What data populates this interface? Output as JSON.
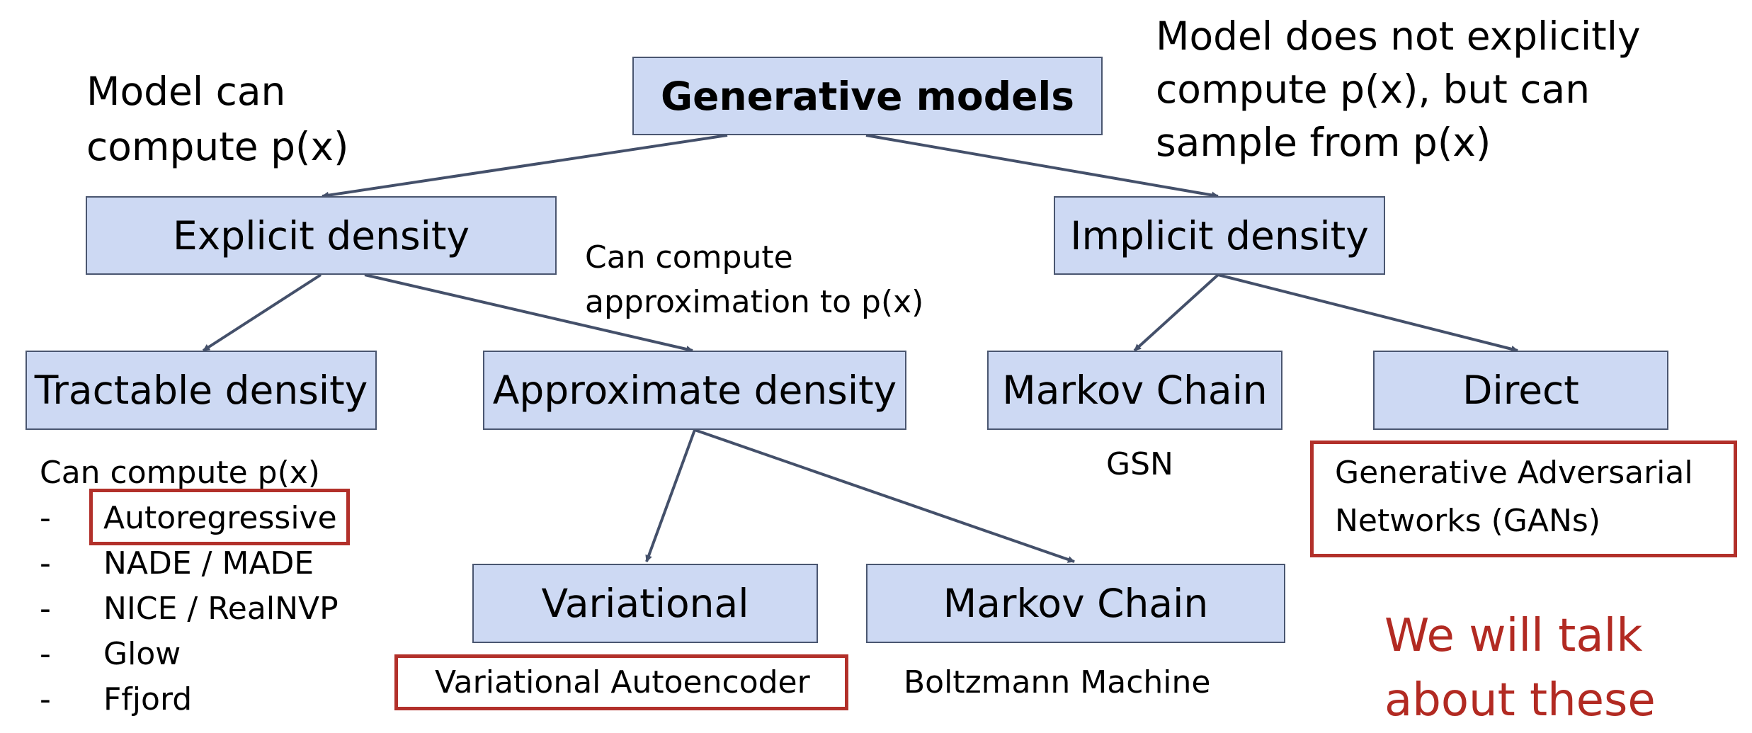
{
  "nodes": {
    "root": "Generative models",
    "explicit": "Explicit density",
    "implicit": "Implicit density",
    "tractable": "Tractable density",
    "approximate": "Approximate density",
    "markov_chain_implicit": "Markov Chain",
    "direct": "Direct",
    "variational": "Variational",
    "markov_chain_approx": "Markov Chain"
  },
  "annotations": {
    "explicit_note_line1": "Model can",
    "explicit_note_line2": "compute p(x)",
    "implicit_note_line1": "Model does not explicitly",
    "implicit_note_line2": "compute p(x), but can",
    "implicit_note_line3": "sample from p(x)",
    "approx_note_line1": "Can compute",
    "approx_note_line2": "approximation to p(x)",
    "tractable_note": "Can compute p(x)",
    "gsn": "GSN",
    "gan_line1": "Generative Adversarial",
    "gan_line2": "Networks (GANs)",
    "vae": "Variational Autoencoder",
    "boltzmann": "Boltzmann Machine",
    "talk_line1": "We will talk",
    "talk_line2": "about these"
  },
  "tractable_examples": [
    {
      "bullet": "-",
      "label": "Autoregressive"
    },
    {
      "bullet": "-",
      "label": "NADE / MADE"
    },
    {
      "bullet": "-",
      "label": "NICE / RealNVP"
    },
    {
      "bullet": "-",
      "label": "Glow"
    },
    {
      "bullet": "-",
      "label": "Ffjord"
    }
  ],
  "colors": {
    "node_fill": "#cdd9f3",
    "node_border": "#4a5670",
    "edge": "#44506a",
    "highlight": "#b2302a"
  }
}
